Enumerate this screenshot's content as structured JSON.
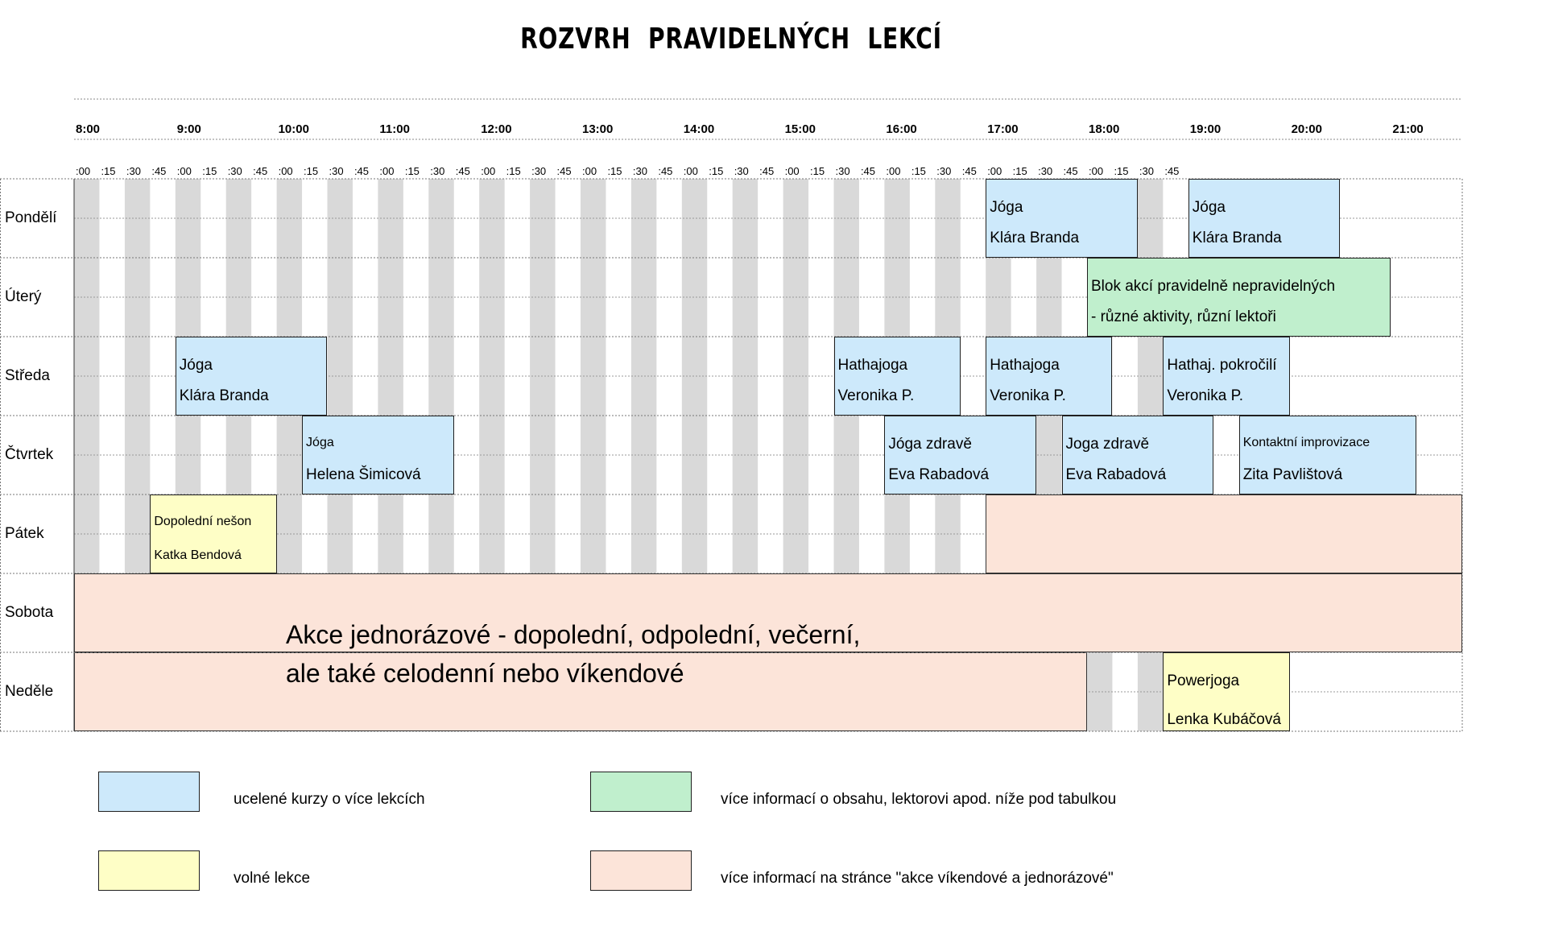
{
  "title": "ROZVRH   PRAVIDELNÝCH   LEKCÍ",
  "hours": [
    "8:00",
    "9:00",
    "10:00",
    "11:00",
    "12:00",
    "13:00",
    "14:00",
    "15:00",
    "16:00",
    "17:00",
    "18:00",
    "19:00",
    "20:00",
    "21:00"
  ],
  "quarters": [
    ":00",
    ":15",
    ":30",
    ":45"
  ],
  "days": [
    "Pondělí",
    "Úterý",
    "Středa",
    "Čtvrtek",
    "Pátek",
    "Sobota",
    "Neděle"
  ],
  "blocks": [
    {
      "id": "pondeli-joga-1",
      "day": 0,
      "start": "17:00",
      "end": "18:30",
      "line1": "Jóga",
      "line2": "Klára Branda",
      "color": "blue"
    },
    {
      "id": "pondeli-joga-2",
      "day": 0,
      "start": "19:00",
      "end": "20:30",
      "line1": "Jóga",
      "line2": "Klára Branda",
      "color": "blue"
    },
    {
      "id": "utery-blok",
      "day": 1,
      "start": "18:00",
      "end": "21:00",
      "line1": "Blok akcí pravidelně nepravidelných",
      "line2": "   - různé aktivity, různí lektoři",
      "color": "green"
    },
    {
      "id": "streda-joga",
      "day": 2,
      "start": "9:00",
      "end": "10:30",
      "line1": "Jóga",
      "line2": "Klára Branda",
      "color": "blue"
    },
    {
      "id": "streda-hathajoga-1",
      "day": 2,
      "start": "15:30",
      "end": "16:45",
      "line1": "Hathajoga",
      "line2": "Veronika P.",
      "color": "blue"
    },
    {
      "id": "streda-hathajoga-2",
      "day": 2,
      "start": "17:00",
      "end": "18:15",
      "line1": "Hathajoga",
      "line2": "Veronika P.",
      "color": "blue"
    },
    {
      "id": "streda-hathaj-pokrocili",
      "day": 2,
      "start": "18:45",
      "end": "20:00",
      "line1": "Hathaj. pokročilí",
      "line2": "Veronika P.",
      "color": "blue"
    },
    {
      "id": "ctvrtek-joga",
      "day": 3,
      "start": "10:15",
      "end": "11:45",
      "line1": "Jóga",
      "line2": "Helena Šimicová",
      "color": "blue",
      "small1": true
    },
    {
      "id": "ctvrtek-joga-zdrave-1",
      "day": 3,
      "start": "16:00",
      "end": "17:30",
      "line1": "Jóga zdravě",
      "line2": "Eva Rabadová",
      "color": "blue"
    },
    {
      "id": "ctvrtek-joga-zdrave-2",
      "day": 3,
      "start": "17:45",
      "end": "19:15",
      "line1": "Joga zdravě",
      "line2": "Eva Rabadová",
      "color": "blue"
    },
    {
      "id": "ctvrtek-kontaktni",
      "day": 3,
      "start": "19:30",
      "end": "21:15",
      "line1": "Kontaktní improvizace",
      "line2": "Zita Pavlištová",
      "color": "blue",
      "small1": true
    },
    {
      "id": "patek-dopoledni-neson",
      "day": 4,
      "start": "8:45",
      "end": "10:00",
      "line1": "Dopolední nešon",
      "line2": "Katka Bendová",
      "color": "yellow",
      "small1": true,
      "small2": true
    }
  ],
  "oneoff_text": [
    "Akce jednorázové - dopolední, odpolední, večerní,",
    "ale také celodenní nebo víkendové"
  ],
  "legend": [
    {
      "color": "blue",
      "label": "ucelené kurzy o více lekcích"
    },
    {
      "color": "green",
      "label": "více informací o obsahu, lektorovi apod. níže pod tabulkou"
    },
    {
      "color": "yellow",
      "label": "volné lekce"
    },
    {
      "color": "peach",
      "label": "více informací na stránce \"akce víkendové a jednorázové\""
    }
  ],
  "colors": {
    "blue": "#cde9fb",
    "green": "#c0efcd",
    "yellow": "#fefec6",
    "peach": "#fce4d9",
    "stripe": "#d9d9d9"
  }
}
